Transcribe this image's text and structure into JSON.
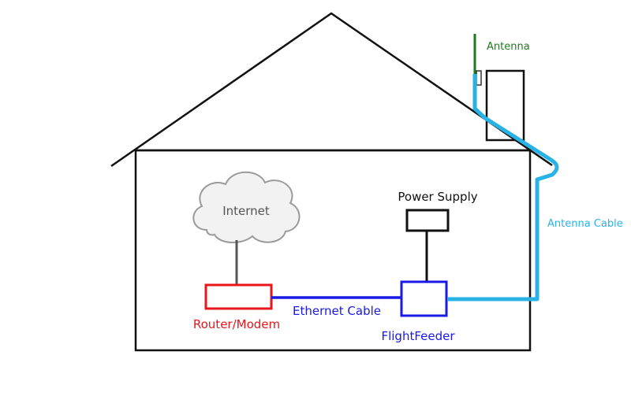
{
  "labels": {
    "antenna": "Antenna",
    "antenna_cable": "Antenna Cable",
    "internet": "Internet",
    "power_supply": "Power Supply",
    "router": "Router/Modem",
    "ethernet": "Ethernet Cable",
    "flightfeeder": "FlightFeeder"
  },
  "colors": {
    "outline": "#111111",
    "antenna": "#1f7a1f",
    "antenna_cable": "#29b2e6",
    "router": "#e8161b",
    "ethernet": "#1a1ae6",
    "flightfeeder": "#1a1ae6",
    "cloud_fill": "#f2f2f2",
    "cloud_stroke": "#9a9a9a",
    "internet_text": "#555555"
  }
}
